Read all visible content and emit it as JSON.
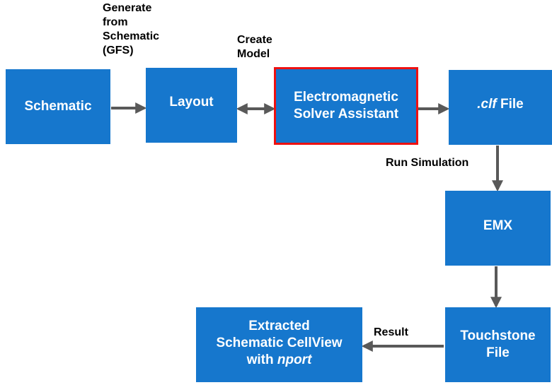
{
  "diagram": {
    "colors": {
      "box_fill": "#1677cd",
      "box_text": "#ffffff",
      "highlight_border": "#ee1111",
      "arrow": "#595959",
      "label_text": "#000000"
    },
    "nodes": {
      "schematic": {
        "lines": [
          "Schematic"
        ]
      },
      "layout": {
        "lines": [
          "Layout"
        ]
      },
      "em_solver": {
        "lines": [
          "Electromagnetic",
          "Solver Assistant"
        ],
        "highlighted": true
      },
      "clf_file": {
        "italic_prefix": ".clf",
        "suffix": " File"
      },
      "emx": {
        "lines": [
          "EMX"
        ]
      },
      "touchstone": {
        "lines": [
          "Touchstone",
          "File"
        ]
      },
      "extracted": {
        "line1": "Extracted",
        "line2": "Schematic CellView",
        "line3_prefix": "with ",
        "line3_italic": "nport"
      }
    },
    "edge_labels": {
      "gfs": [
        "Generate",
        "from",
        "Schematic",
        "(GFS)"
      ],
      "create_model": [
        "Create",
        "Model"
      ],
      "run_simulation": "Run Simulation",
      "result": "Result"
    },
    "edges": [
      {
        "from": "schematic",
        "to": "layout",
        "label": "gfs",
        "direction": "forward"
      },
      {
        "from": "layout",
        "to": "em_solver",
        "label": "create_model",
        "direction": "both"
      },
      {
        "from": "em_solver",
        "to": "clf_file",
        "direction": "forward"
      },
      {
        "from": "clf_file",
        "to": "emx",
        "label": "run_simulation",
        "direction": "forward"
      },
      {
        "from": "emx",
        "to": "touchstone",
        "direction": "forward"
      },
      {
        "from": "touchstone",
        "to": "extracted",
        "label": "result",
        "direction": "forward"
      }
    ]
  }
}
